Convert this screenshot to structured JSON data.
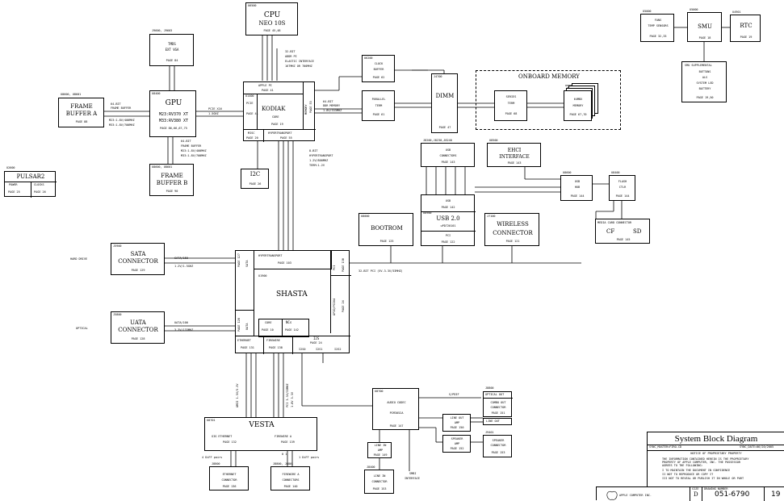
{
  "cpu": {
    "ref": "U6500",
    "title": "CPU",
    "sub": "NEO 10S",
    "page": "PAGE 45,48"
  },
  "gpu": {
    "ref": "U8400",
    "title": "GPU",
    "line1": "M23:RV370 XT",
    "line2": "M33:RV380 XT",
    "page": "PAGE 86,66,67,75"
  },
  "tmds": {
    "ref": "J9600, J9603",
    "line1": "TMDS",
    "line2": "EXT VGA",
    "page": "PAGE 84"
  },
  "fba": {
    "ref": "U8600, U8601",
    "line1": "FRAME",
    "line2": "BUFFER A",
    "page": "PAGE 88"
  },
  "fbb": {
    "ref": "U8600, U8601",
    "line1": "FRAME",
    "line2": "BUFFER B",
    "page": "PAGE 90"
  },
  "gpu_notes": {
    "a1": "64-BIT",
    "a2": "FRAME BUFFER",
    "a3": "M23:1.8V/400MHZ",
    "a4": "M33:1.8V/700MHZ",
    "b1": "64-BIT",
    "b2": "FRAME BUFFER",
    "b3": "M23:1.8V/400MHZ",
    "b4": "M33:1.8V/700MHZ",
    "pcie1": "PCIE X16",
    "pcie2": "1.5GHZ"
  },
  "kodiak": {
    "ref": "U1400",
    "apple": "APPLE PI",
    "apple_page": "PAGE 41",
    "title": "KODIAK",
    "core": "CORE",
    "core_page": "PAGE 19",
    "pcie": "PCIE",
    "pcie_page": "PAGE 41",
    "mem": "MEMORY",
    "mem_page": "PAGE 53",
    "misc": "MISC",
    "misc_page": "PAGE 20",
    "ht": "HYPERTRANSPORT",
    "ht_page": "PAGE 55"
  },
  "cpu_notes": {
    "l1": "32-BIT",
    "l2": "ADDR PI",
    "l3": "ELASTIC INTERFACE",
    "l4": "167MHZ OR 700MHZ"
  },
  "clock": {
    "ref": "U6200",
    "line1": "CLOCK",
    "line2": "BUFFER",
    "page": "PAGE 62"
  },
  "parallel": {
    "line1": "PARALLEL",
    "line2": "TERM",
    "page": "PAGE 61"
  },
  "mem_note": {
    "l1": "64-BIT",
    "l2": "DDR MEMORY",
    "l3": "1.8V/333MHZ"
  },
  "dimm": {
    "ref": "J4700",
    "title": "DIMM",
    "page": "PAGE 47"
  },
  "onboard": {
    "title": "ONBOARD MEMORY",
    "series_l1": "SERIES",
    "series_l2": "TERM",
    "series_page": "PAGE 68",
    "mem_l1": "64MBX",
    "mem_l2": "MEMORY",
    "mem_page": "PAGE 67,70"
  },
  "i2c": {
    "title": "I2C",
    "page": "PAGE 26"
  },
  "ht_note": {
    "l1": "8-BIT",
    "l2": "HYPERTRANSPORT",
    "l3": "1.2V/800MHZ",
    "l4": "TERM:1.2V"
  },
  "pulsar": {
    "ref": "U2600",
    "title": "PULSAR2",
    "power": "POWER",
    "power_page": "PAGE 25",
    "clocks": "CLOCKS",
    "clocks_page": "PAGE 26"
  },
  "sata": {
    "ref": "J5900",
    "line1": "SATA",
    "line2": "CONNECTOR",
    "page": "PAGE 129",
    "side": "HARD DRIVE",
    "bus": "SATA/150",
    "volt": "1.2V/1.5GHZ"
  },
  "uata": {
    "ref": "J5800",
    "line1": "UATA",
    "line2": "CONNECTOR",
    "page": "PAGE 128",
    "side": "OPTICAL",
    "bus": "UATA/100",
    "volt": "3.3V/133MHZ"
  },
  "shasta": {
    "ref": "U1900",
    "title": "SHASTA",
    "ht": "HYPERTRANSPORT",
    "ht_page": "PAGE 103",
    "sata": "SATA",
    "sata_page": "PAGE 127",
    "uata": "UATA",
    "uata_page": "PAGE 128",
    "pci": "PCI",
    "pci_page": "PAGE 130",
    "gpio": "GPIO/PCI64",
    "gpio_page": "PAGE 24",
    "core": "CORE",
    "core_page": "PAGE 10",
    "ncs": "NCs",
    "ncs_page": "PAGE 142",
    "eth": "ETHERNET",
    "eth_page": "PAGE 131",
    "fw": "FIREWIRE",
    "fw_page": "PAGE 138",
    "i2s": "I2S",
    "i2s_page": "PAGE 24",
    "i2s_l1": "I2S0",
    "i2s_l2": "I2S1",
    "i2s_l3": "I2S2"
  },
  "pci_note": "32-BIT PCI (5V-3.3V/33MHZ)",
  "usbconn": {
    "ref": "J8200,J8230,J8240",
    "line1": "USB",
    "line2": "CONNECTORS",
    "page": "PAGE 143"
  },
  "ehci": {
    "ref": "U8500",
    "line1": "EHCI",
    "line2": "INTERFACE",
    "page": "PAGE 143"
  },
  "usb2": {
    "ref": "U8900",
    "usb": "USB",
    "usb_page": "PAGE 142",
    "title": "USB 2.0",
    "part": "uPD720101",
    "pci": "PCI",
    "pci_page": "PAGE 122"
  },
  "bootrom": {
    "ref": "U8000",
    "title": "BOOTROM",
    "page": "PAGE 125"
  },
  "wireless": {
    "ref": "J7100",
    "line1": "WIRELESS",
    "line2": "CONNECTOR",
    "page": "PAGE 121"
  },
  "usbhub": {
    "ref": "U8600",
    "line1": "USB",
    "line2": "HUB",
    "page": "PAGE 144"
  },
  "flash": {
    "ref": "U8400",
    "line1": "FLASH",
    "line2": "CTLR",
    "page": "PAGE 144"
  },
  "media": {
    "header": "MEDIA CARD CONNECTOR",
    "cf": "CF",
    "sd": "SD",
    "page": "PAGE 145"
  },
  "fans": {
    "ref": "U5000",
    "title": "FANS",
    "sub": "TEMP SENSORS",
    "page": "PAGE 32,33"
  },
  "smu": {
    "ref": "U5000",
    "title": "SMU",
    "page": "PAGE 18"
  },
  "rtc": {
    "ref": "U4901",
    "title": "RTC",
    "page": "PAGE 19"
  },
  "smu_sup": {
    "l1": "SMU SUPPLEMENTAL",
    "l2": "BUTTONS",
    "l3": "ALS",
    "l4": "SYSTEM LED",
    "l5": "BATTERY",
    "page": "PAGE 19,50"
  },
  "vesta": {
    "ref": "U8701",
    "title": "VESTA",
    "eth": "GIG ETHERNET",
    "eth_page": "PAGE 132",
    "fw": "FIREWIRE A",
    "fw_page": "PAGE 139"
  },
  "eth_conn": {
    "ref": "J8800",
    "line1": "ETHERNET",
    "line2": "CONNECTOR",
    "page": "PAGE 136",
    "side": "4 DiFF pairs"
  },
  "fw_conn": {
    "ref": "J8800, J8801",
    "line1": "FIREWIRE A",
    "line2": "CONNECTORS",
    "page": "PAGE 140",
    "side": "1 DiFF pairs",
    "ports": "0   1"
  },
  "vesta_notes": {
    "e1": "GMII 1.5V/3.3V",
    "e2": "",
    "f1": "PCI 3.3V/33MHZ",
    "f2": "1.8V 3.3V"
  },
  "audio": {
    "ref": "U8700",
    "line1": "AUDIO CODEC",
    "line2": "PCM3052A",
    "page": "PAGE 147",
    "spdif": "S/PDIF"
  },
  "optout": {
    "ref": "J8800",
    "l1": "OPTICAL OUT",
    "l2": "COMBO OUT",
    "l3": "CONNECTOR",
    "page": "PAGE 151"
  },
  "lineout": {
    "l1": "LINE OUT",
    "l2": "AMP",
    "page": "PAGE 150",
    "side": "LINE OUT"
  },
  "spkamp": {
    "l1": "SPEAKER",
    "l2": "AMP",
    "page": "PAGE 152"
  },
  "spkconn": {
    "ref": "J9401",
    "l1": "SPEAKER",
    "l2": "CONNECTOR",
    "page": "PAGE 153"
  },
  "linein": {
    "l1": "LINE IN",
    "l2": "AMP",
    "page": "PAGE 149"
  },
  "lineinconn": {
    "ref": "J8400",
    "l1": "LINE IN",
    "l2": "CONNECTOR",
    "page": "PAGE 153"
  },
  "audio_note": {
    "l1": "SMBI",
    "l2": "INTERFACE"
  },
  "title_block": {
    "title": "System Block Diagram",
    "left": "SYNC_MASTER=FIRO-CD",
    "right": "SYNC_DATE=06/20/2005",
    "notice": "NOTICE OF PROPRIETARY PROPERTY",
    "n1": "THE INFORMATION CONTAINED HEREIN IS THE PROPRIETARY",
    "n2": "PROPERTY OF APPLE COMPUTER, INC. THE POSSESSOR",
    "n3": "AGREES TO THE FOLLOWING:",
    "n4": "I TO MAINTAIN THE DOCUMENT IN CONFIDENCE",
    "n5": "II NOT TO REPRODUCE OR COPY IT",
    "n6": "III NOT TO REVEAL OR PUBLISH IT IN WHOLE OR PART",
    "size_label": "SIZE",
    "size": "D",
    "dwg_label": "DRAWING NUMBER",
    "dwg": "051-6790",
    "rev": "19",
    "company": "APPLE COMPUTER INC."
  }
}
